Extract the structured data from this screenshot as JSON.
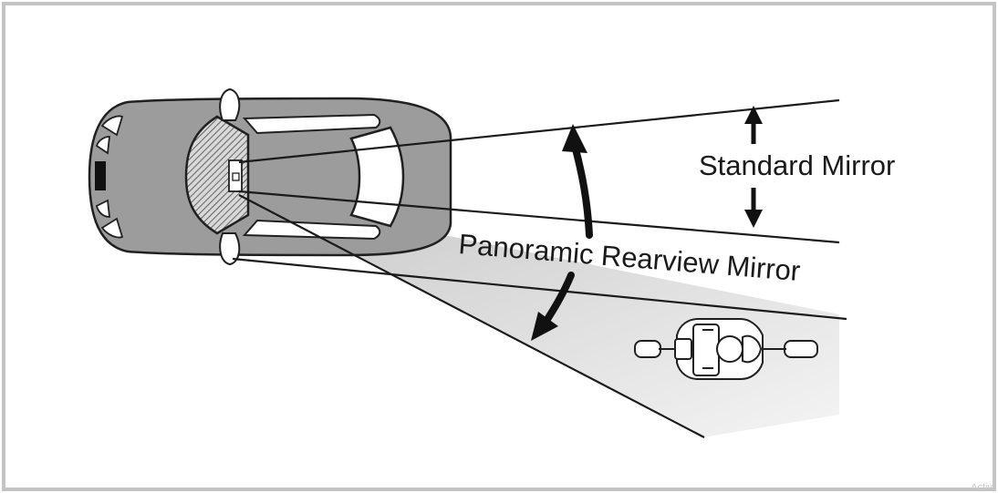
{
  "diagram": {
    "labels": {
      "standard_mirror": "Standard Mirror",
      "panoramic_mirror": "Panoramic Rearview Mirror"
    },
    "corner_text": "Activ"
  },
  "colors": {
    "frame_border": "#c4c4c4",
    "car_body": "#9c9c9c",
    "car_outline": "#202020",
    "window_fill": "#ffffff",
    "line": "#1a1a1a",
    "shade_start": "#bdbdbd",
    "shade_end": "#ffffff"
  },
  "icons": [
    "car-icon",
    "motorcycle-icon",
    "curved-arrow-icon",
    "double-arrow-icon"
  ]
}
